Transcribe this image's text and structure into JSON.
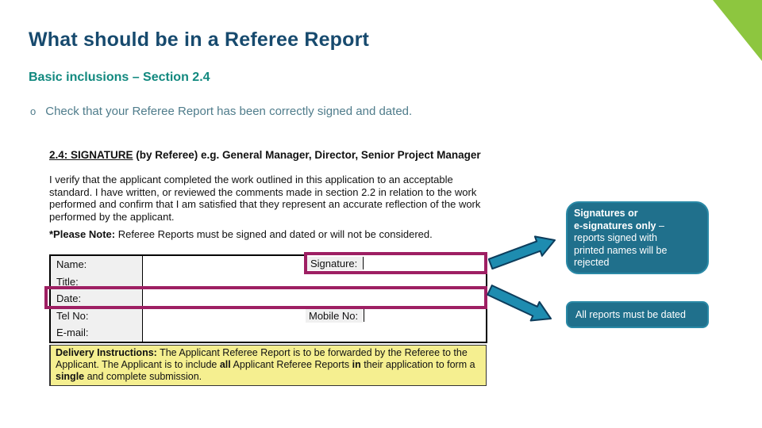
{
  "slide": {
    "title": "What should be in a Referee Report",
    "subtitle": "Basic inclusions – Section 2.4",
    "bullet": {
      "marker": "o",
      "text": "Check that your Referee Report has been correctly signed and dated."
    }
  },
  "form": {
    "heading_segments": [
      {
        "t": "2.4: SIGNATURE",
        "b": true,
        "u": true
      },
      {
        "t": " (by Referee) e.g. General Manager, Director, Senior Project Manager",
        "b": true
      }
    ],
    "paragraph": "I verify that the applicant completed the work outlined in this application to an acceptable standard. I have written, or reviewed the comments made in section 2.2 in relation to the work performed and confirm that I am satisfied that they represent an accurate reflection of the work performed by the applicant.",
    "note_segments": [
      {
        "t": "*Please Note:",
        "b": true
      },
      {
        "t": " Referee Reports must be signed and dated or will not be considered.",
        "b": false
      }
    ],
    "table": {
      "labels": [
        "Name:",
        "Title:",
        "Date:",
        "Tel No:",
        "E-mail:"
      ],
      "signature_label": "Signature:",
      "mobile_label": "Mobile No:"
    },
    "delivery_segments": [
      {
        "t": "Delivery Instructions:",
        "b": true
      },
      {
        "t": " The Applicant Referee Report is to be forwarded by the Referee to the Applicant. The Applicant is to include ",
        "b": false
      },
      {
        "t": "all",
        "b": true
      },
      {
        "t": " Applicant Referee Reports ",
        "b": false
      },
      {
        "t": "in",
        "b": true
      },
      {
        "t": " their application to form a ",
        "b": false
      },
      {
        "t": "single",
        "b": true
      },
      {
        "t": " and complete submission.",
        "b": false
      }
    ]
  },
  "callouts": [
    {
      "segments": [
        {
          "t": "Signatures or",
          "b": true
        },
        {
          "br": true
        },
        {
          "t": "e-signatures only",
          "b": true
        },
        {
          "t": " – reports signed with printed names will be rejected",
          "b": false
        }
      ]
    },
    {
      "text": "All reports must be dated"
    }
  ],
  "colors": {
    "title_text": "#174A6E",
    "subtitle_text": "#12897F",
    "body_text": "#4F7C8B",
    "form_text": "#111111",
    "table_label_bg": "#F0F0F0",
    "highlight_magenta": "#9E1F63",
    "highlight_yellow": "#F5EF90",
    "callout_fill": "#20708C",
    "callout_border": "#2A89A6",
    "arrow_fill": "#1E8CB0",
    "arrow_stroke": "#0D3D5C",
    "corner_green": "#8DC63F"
  }
}
